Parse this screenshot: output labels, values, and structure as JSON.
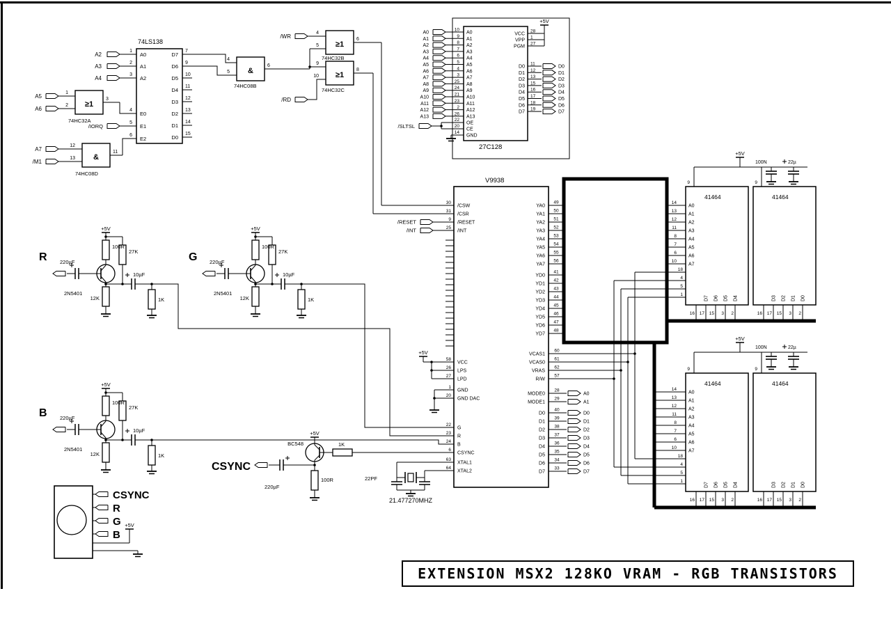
{
  "colors": {
    "ink": "#000000",
    "paper": "#ffffff"
  },
  "title_block": {
    "text": "EXTENSION MSX2 128KO VRAM - RGB TRANSISTORS"
  },
  "sym": {
    "plus5v": "+5V"
  },
  "signals": {
    "iorq": "/IORQ",
    "sltsl": "/SLTSL"
  },
  "decoder": {
    "label": "74LS138",
    "inputs": [
      {
        "signal": "A2",
        "pin": "1",
        "name": "A0"
      },
      {
        "signal": "A3",
        "pin": "2",
        "name": "A1"
      },
      {
        "signal": "A4",
        "pin": "3",
        "name": "A2"
      }
    ],
    "enables": [
      {
        "pin": "4",
        "name": "E0"
      },
      {
        "pin": "5",
        "name": "E1"
      },
      {
        "pin": "6",
        "name": "E2"
      }
    ],
    "outputs": [
      {
        "pin": "7",
        "name": "D7"
      },
      {
        "pin": "9",
        "name": "D6"
      },
      {
        "pin": "10",
        "name": "D5"
      },
      {
        "pin": "11",
        "name": "D4"
      },
      {
        "pin": "12",
        "name": "D3"
      },
      {
        "pin": "13",
        "name": "D2"
      },
      {
        "pin": "14",
        "name": "D1"
      },
      {
        "pin": "15",
        "name": "D0"
      }
    ]
  },
  "gates": {
    "or_a": {
      "label": "74HC32A",
      "symbol": "≥1",
      "pins": [
        "1",
        "2",
        "3"
      ],
      "signals": [
        "A5",
        "A6"
      ]
    },
    "and_d": {
      "label": "74HC08D",
      "symbol": "&",
      "pins": [
        "12",
        "13",
        "11"
      ],
      "signals": [
        "A7",
        "/M1"
      ]
    },
    "and_b": {
      "label": "74HC08B",
      "symbol": "&",
      "pins": [
        "4",
        "5",
        "6"
      ]
    },
    "or_b": {
      "label": "74HC32B",
      "symbol": "≥1",
      "pins": [
        "4",
        "5",
        "6"
      ],
      "signal": "/WR"
    },
    "or_c": {
      "label": "74HC32C",
      "symbol": "≥1",
      "pins": [
        "9",
        "10",
        "8"
      ],
      "signal": "/RD"
    }
  },
  "eprom": {
    "label": "27C128",
    "addr": [
      {
        "signal": "A0",
        "pin": "10",
        "name": "A0"
      },
      {
        "signal": "A1",
        "pin": "9",
        "name": "A1"
      },
      {
        "signal": "A2",
        "pin": "8",
        "name": "A2"
      },
      {
        "signal": "A3",
        "pin": "7",
        "name": "A3"
      },
      {
        "signal": "A4",
        "pin": "6",
        "name": "A4"
      },
      {
        "signal": "A5",
        "pin": "5",
        "name": "A5"
      },
      {
        "signal": "A6",
        "pin": "4",
        "name": "A6"
      },
      {
        "signal": "A7",
        "pin": "3",
        "name": "A7"
      },
      {
        "signal": "A8",
        "pin": "25",
        "name": "A8"
      },
      {
        "signal": "A9",
        "pin": "24",
        "name": "A9"
      },
      {
        "signal": "A10",
        "pin": "21",
        "name": "A10"
      },
      {
        "signal": "A11",
        "pin": "23",
        "name": "A11"
      },
      {
        "signal": "A12",
        "pin": "2",
        "name": "A12"
      },
      {
        "signal": "A13",
        "pin": "26",
        "name": "A13"
      }
    ],
    "power": [
      {
        "name": "VCC",
        "pin": "28"
      },
      {
        "name": "VPP",
        "pin": "1"
      },
      {
        "name": "PGM",
        "pin": "27"
      }
    ],
    "data": [
      {
        "name": "D0",
        "pin": "11",
        "signal": "D0"
      },
      {
        "name": "D1",
        "pin": "12",
        "signal": "D1"
      },
      {
        "name": "D2",
        "pin": "13",
        "signal": "D2"
      },
      {
        "name": "D3",
        "pin": "15",
        "signal": "D3"
      },
      {
        "name": "D4",
        "pin": "16",
        "signal": "D4"
      },
      {
        "name": "D5",
        "pin": "17",
        "signal": "D5"
      },
      {
        "name": "D6",
        "pin": "18",
        "signal": "D6"
      },
      {
        "name": "D7",
        "pin": "19",
        "signal": "D7"
      }
    ],
    "ctrl": [
      {
        "name": "OE",
        "pin": "22"
      },
      {
        "name": "CE",
        "pin": "20"
      },
      {
        "name": "GND",
        "pin": "14"
      }
    ]
  },
  "vdp": {
    "label": "V9938",
    "left": [
      {
        "pin": "30",
        "name": "/CSW"
      },
      {
        "pin": "31",
        "name": "/CSR"
      },
      {
        "pin": "9",
        "name": "/RESET"
      },
      {
        "pin": "25",
        "name": "/INT"
      }
    ],
    "power": [
      {
        "pin": "58",
        "name": "VCC"
      },
      {
        "pin": "26",
        "name": "LPS"
      },
      {
        "pin": "27",
        "name": "LPD"
      }
    ],
    "gnd": [
      {
        "pin": "1",
        "name": "GND"
      },
      {
        "pin": "20",
        "name": "GND DAC"
      }
    ],
    "video": [
      {
        "pin": "22",
        "name": "G"
      },
      {
        "pin": "23",
        "name": "R"
      },
      {
        "pin": "24",
        "name": "B"
      },
      {
        "pin": "6",
        "name": "CSYNC"
      },
      {
        "pin": "63",
        "name": "XTAL1"
      },
      {
        "pin": "64",
        "name": "XTAL2"
      }
    ],
    "ya": [
      {
        "name": "YA0",
        "pin": "49"
      },
      {
        "name": "YA1",
        "pin": "50"
      },
      {
        "name": "YA2",
        "pin": "51"
      },
      {
        "name": "YA3",
        "pin": "52"
      },
      {
        "name": "YA4",
        "pin": "53"
      },
      {
        "name": "YA5",
        "pin": "54"
      },
      {
        "name": "YA6",
        "pin": "55"
      },
      {
        "name": "YA7",
        "pin": "56"
      }
    ],
    "yd": [
      {
        "name": "YD0",
        "pin": "41"
      },
      {
        "name": "YD1",
        "pin": "42"
      },
      {
        "name": "YD2",
        "pin": "43"
      },
      {
        "name": "YD3",
        "pin": "44"
      },
      {
        "name": "YD4",
        "pin": "45"
      },
      {
        "name": "YD5",
        "pin": "46"
      },
      {
        "name": "YD6",
        "pin": "47"
      },
      {
        "name": "YD7",
        "pin": "48"
      }
    ],
    "ram_ctrl": [
      {
        "name": "VCAS1",
        "pin": "60"
      },
      {
        "name": "VCAS0",
        "pin": "61"
      },
      {
        "name": "VRAS",
        "pin": "62"
      },
      {
        "name": "R/W",
        "pin": "57"
      }
    ],
    "mode": [
      {
        "name": "MODE0",
        "pin": "28",
        "signal": "A0"
      },
      {
        "name": "MODE1",
        "pin": "29",
        "signal": "A1"
      }
    ],
    "cpu_data": [
      {
        "name": "D0",
        "pin": "40",
        "signal": "D0"
      },
      {
        "name": "D1",
        "pin": "39",
        "signal": "D1"
      },
      {
        "name": "D2",
        "pin": "38",
        "signal": "D2"
      },
      {
        "name": "D3",
        "pin": "37",
        "signal": "D3"
      },
      {
        "name": "D4",
        "pin": "36",
        "signal": "D4"
      },
      {
        "name": "D5",
        "pin": "35",
        "signal": "D5"
      },
      {
        "name": "D6",
        "pin": "34",
        "signal": "D6"
      },
      {
        "name": "D7",
        "pin": "33",
        "signal": "D7"
      }
    ]
  },
  "dram": {
    "label": "41464",
    "vcc_pin": "9",
    "addr": [
      {
        "name": "A0",
        "pin": "14"
      },
      {
        "name": "A1",
        "pin": "13"
      },
      {
        "name": "A2",
        "pin": "12"
      },
      {
        "name": "A3",
        "pin": "11"
      },
      {
        "name": "A4",
        "pin": "8"
      },
      {
        "name": "A5",
        "pin": "7"
      },
      {
        "name": "A6",
        "pin": "6"
      },
      {
        "name": "A7",
        "pin": "10"
      }
    ],
    "ctrl_pins": [
      "18",
      "4",
      "5",
      "1"
    ],
    "bottom_pins": [
      "16",
      "17",
      "15",
      "3",
      "2"
    ],
    "data_hi": [
      "D7",
      "D6",
      "D5",
      "D4"
    ],
    "data_lo": [
      "D3",
      "D2",
      "D1",
      "D0"
    ],
    "cap_small": "100N",
    "cap_big": "22µ"
  },
  "amps": {
    "r_label": "R",
    "g_label": "G",
    "b_label": "B",
    "transistor": "2N5401",
    "cap_in": "220µF",
    "res_top": "100R",
    "res_base": "27K",
    "res_bot": "12K",
    "res_out": "1K",
    "cap_out": "10µF"
  },
  "csync": {
    "label": "CSYNC",
    "transistor": "BC548",
    "res_in": "1K",
    "cap": "220µF",
    "res": "100R"
  },
  "xtal": {
    "cap": "22PF",
    "freq": "21.477270MHZ"
  },
  "connector": {
    "labels": [
      "CSYNC",
      "R",
      "G",
      "B"
    ]
  }
}
